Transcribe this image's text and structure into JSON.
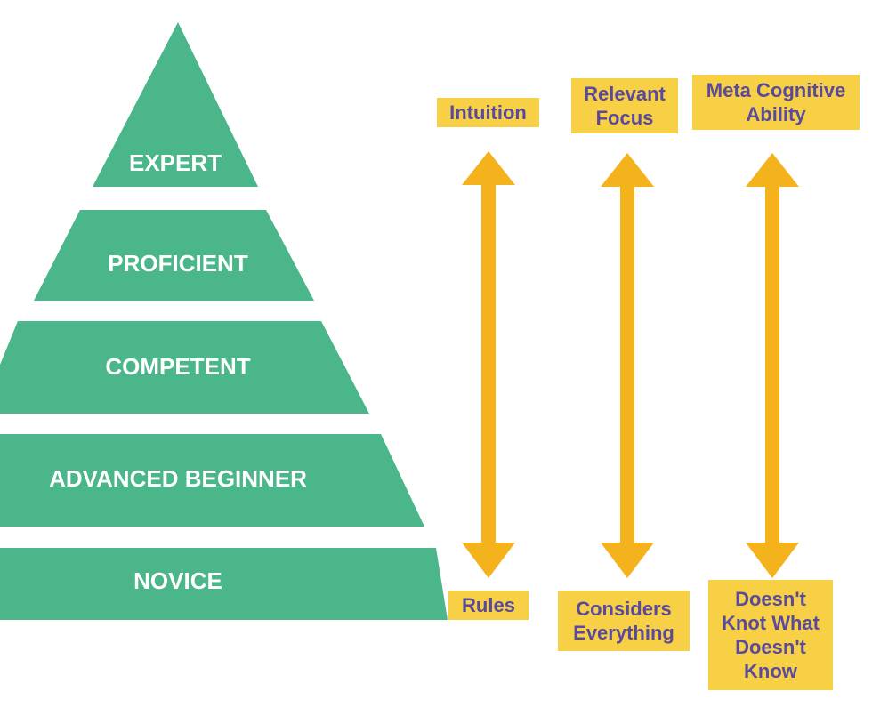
{
  "pyramid": {
    "color": "#4ab68a",
    "levels": [
      {
        "label": "EXPERT"
      },
      {
        "label": "PROFICIENT"
      },
      {
        "label": "COMPETENT"
      },
      {
        "label": "ADVANCED BEGINNER"
      },
      {
        "label": "NOVICE"
      }
    ]
  },
  "dimensions": [
    {
      "top_label": "Intuition",
      "bottom_label": "Rules"
    },
    {
      "top_label": "Relevant\nFocus",
      "bottom_label": "Considers\nEverything"
    },
    {
      "top_label": "Meta Cognitive\nAbility",
      "bottom_label": "Doesn't\nKnot What\nDoesn't\nKnow"
    }
  ],
  "colors": {
    "arrow": "#f4b21c",
    "tag_background": "#f7d046",
    "tag_text": "#5a4a9c",
    "pyramid_text": "#ffffff"
  }
}
